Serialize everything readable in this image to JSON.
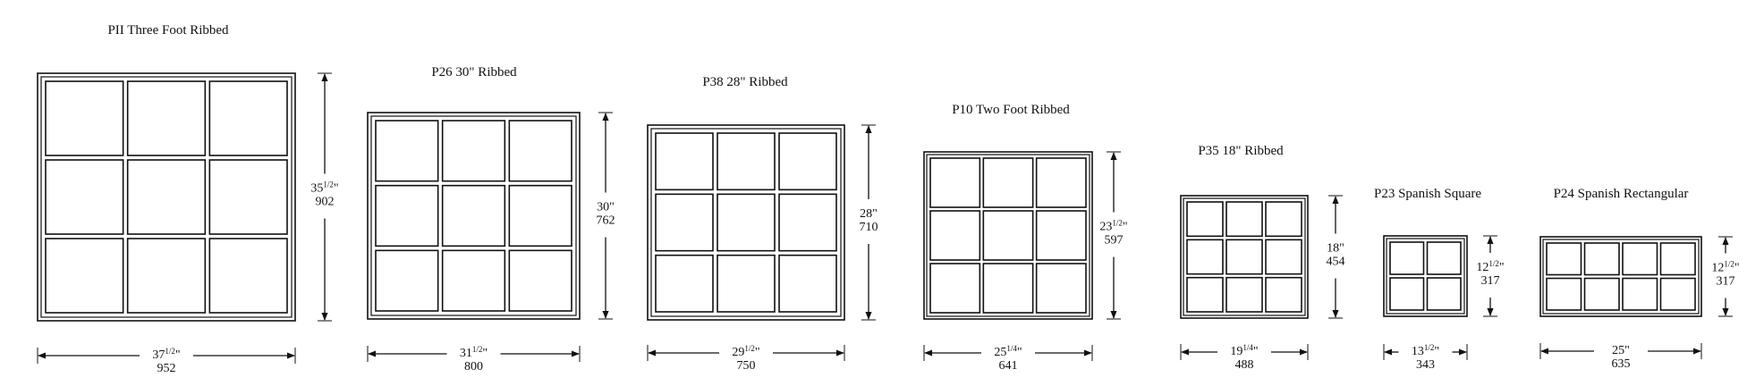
{
  "panels": [
    {
      "name": "PII Three Foot Ribbed",
      "cols": 3,
      "rows": 3,
      "height": {
        "imperial_whole": "35",
        "imperial_frac": "1/2",
        "imperial_suffix": "\"",
        "metric": "902"
      },
      "width": {
        "imperial_whole": "37",
        "imperial_frac": "1/2",
        "imperial_suffix": "\"",
        "metric": "952"
      }
    },
    {
      "name": "P26 30\" Ribbed",
      "cols": 3,
      "rows": 3,
      "height": {
        "imperial_whole": "30\"",
        "imperial_frac": "",
        "imperial_suffix": "",
        "metric": "762"
      },
      "width": {
        "imperial_whole": "31",
        "imperial_frac": "1/2",
        "imperial_suffix": "\"",
        "metric": "800"
      }
    },
    {
      "name": "P38 28\" Ribbed",
      "cols": 3,
      "rows": 3,
      "height": {
        "imperial_whole": "28\"",
        "imperial_frac": "",
        "imperial_suffix": "",
        "metric": "710"
      },
      "width": {
        "imperial_whole": "29",
        "imperial_frac": "1/2",
        "imperial_suffix": "\"",
        "metric": "750"
      }
    },
    {
      "name": "P10 Two Foot Ribbed",
      "cols": 3,
      "rows": 3,
      "height": {
        "imperial_whole": "23",
        "imperial_frac": "1/2",
        "imperial_suffix": "\"",
        "metric": "597"
      },
      "width": {
        "imperial_whole": "25",
        "imperial_frac": "1/4",
        "imperial_suffix": "\"",
        "metric": "641"
      }
    },
    {
      "name": "P35 18\" Ribbed",
      "cols": 3,
      "rows": 3,
      "height": {
        "imperial_whole": "18\"",
        "imperial_frac": "",
        "imperial_suffix": "",
        "metric": "454"
      },
      "width": {
        "imperial_whole": "19",
        "imperial_frac": "1/4",
        "imperial_suffix": "\"",
        "metric": "488"
      }
    },
    {
      "name": "P23 Spanish Square",
      "cols": 2,
      "rows": 2,
      "height": {
        "imperial_whole": "12",
        "imperial_frac": "1/2",
        "imperial_suffix": "\"",
        "metric": "317"
      },
      "width": {
        "imperial_whole": "13",
        "imperial_frac": "1/2",
        "imperial_suffix": "\"",
        "metric": "343"
      }
    },
    {
      "name": "P24 Spanish Rectangular",
      "cols": 4,
      "rows": 2,
      "height": {
        "imperial_whole": "12",
        "imperial_frac": "1/2",
        "imperial_suffix": "\"",
        "metric": "317"
      },
      "width": {
        "imperial_whole": "25\"",
        "imperial_frac": "",
        "imperial_suffix": "",
        "metric": "635"
      }
    }
  ]
}
